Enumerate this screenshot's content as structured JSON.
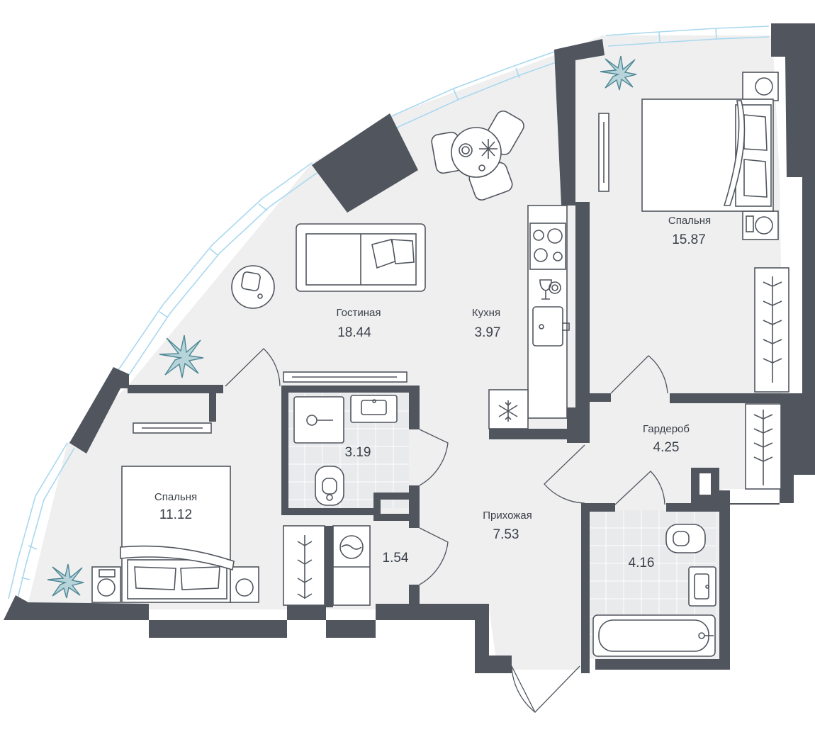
{
  "rooms": {
    "living": {
      "name": "Гостиная",
      "area": "18.44"
    },
    "kitchen": {
      "name": "Кухня",
      "area": "3.97"
    },
    "bedroom1": {
      "name": "Спальня",
      "area": "15.87"
    },
    "bedroom2": {
      "name": "Спальня",
      "area": "11.12"
    },
    "wardrobe": {
      "name": "Гардероб",
      "area": "4.25"
    },
    "hallway": {
      "name": "Прихожая",
      "area": "7.53"
    },
    "bathroom1": {
      "area": "3.19"
    },
    "bathroom2": {
      "area": "4.16"
    },
    "storage": {
      "area": "1.54"
    }
  },
  "colors": {
    "wall": "#50555e",
    "floor": "#efeff0",
    "window": "#a9d8ef",
    "plant": "#4e8794"
  },
  "icons": [
    "plant-icon",
    "snowflake-icon",
    "wine-glass-icon",
    "stove-icon",
    "sink-icon",
    "toilet-icon",
    "bathtub-icon",
    "washing-machine-icon",
    "bed-icon",
    "sofa-icon",
    "dining-table-icon"
  ]
}
